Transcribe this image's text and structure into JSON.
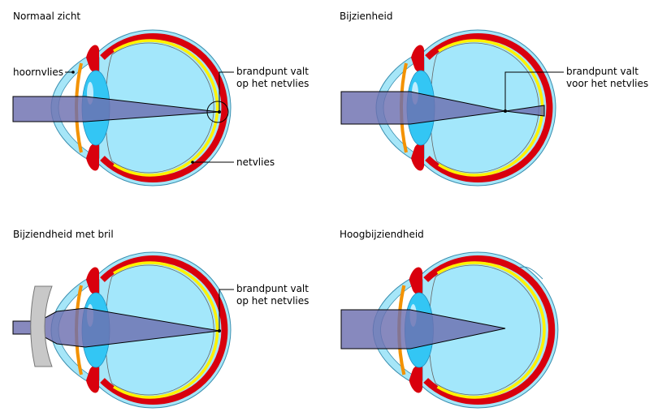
{
  "panels": [
    {
      "title": "Normaal zicht",
      "labels": {
        "cornea": "hoornvlies",
        "focus_1": "brandpunt valt",
        "focus_2": "op het netvlies",
        "retina": "netvlies"
      }
    },
    {
      "title": "Bijzienheid",
      "labels": {
        "focus_1": "brandpunt valt",
        "focus_2": "voor het netvlies"
      }
    },
    {
      "title": "Bijziendheid met bril",
      "labels": {
        "focus_1": "brandpunt valt",
        "focus_2": "op het netvlies"
      }
    },
    {
      "title": "Hoogbijziendheid"
    }
  ],
  "colors": {
    "sclera": "#a6e6f8",
    "choroid": "#d9000d",
    "retina": "#fff200",
    "lens": "#33c6f4",
    "iris": "#f39200",
    "beam": "#6d6fb0"
  }
}
